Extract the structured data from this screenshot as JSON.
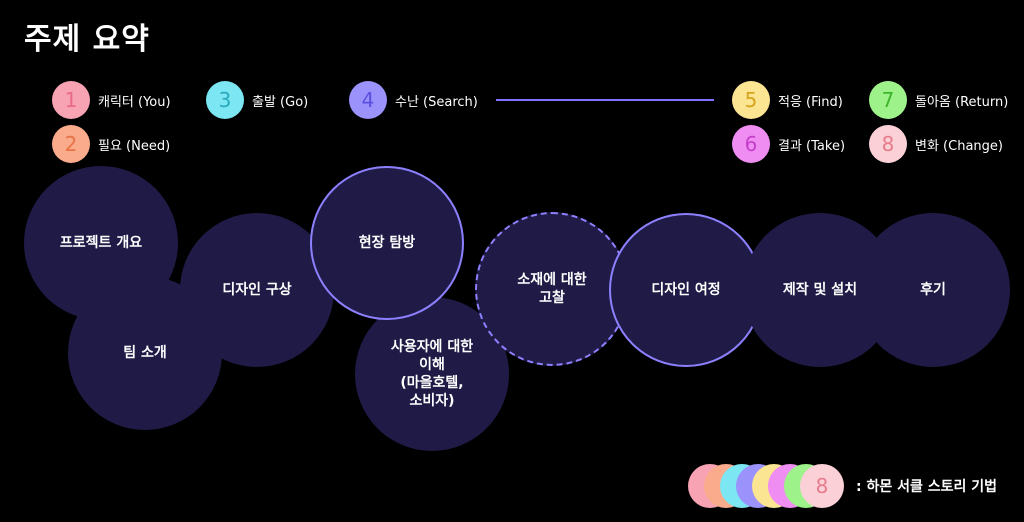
{
  "title": "주제 요약",
  "legend": [
    {
      "num": "1",
      "label": "캐릭터 (You)",
      "color": "#f8a3b4",
      "numColor": "#e86b85"
    },
    {
      "num": "2",
      "label": "필요 (Need)",
      "color": "#f9ab8c",
      "numColor": "#e87345"
    },
    {
      "num": "3",
      "label": "출발 (Go)",
      "color": "#7ce6f3",
      "numColor": "#2aa9bc"
    },
    {
      "num": "4",
      "label": "수난 (Search)",
      "color": "#9b92fb",
      "numColor": "#5b4fe0"
    },
    {
      "num": "5",
      "label": "적응 (Find)",
      "color": "#fbe492",
      "numColor": "#d6a51d"
    },
    {
      "num": "6",
      "label": "결과 (Take)",
      "color": "#ef8df2",
      "numColor": "#c43fc9"
    },
    {
      "num": "7",
      "label": "돌아옴 (Return)",
      "color": "#9ef28a",
      "numColor": "#3fb52b"
    },
    {
      "num": "8",
      "label": "변화 (Change)",
      "color": "#fbd1d7",
      "numColor": "#e77c8d"
    }
  ],
  "nodes": {
    "overview": "프로젝트 개요",
    "team": "팀 소개",
    "concept": "디자인 구상",
    "site_visit": "현장 탐방",
    "user_understanding": "사용자에 대한\n이해\n(마을호텔,\n소비자)",
    "material_study": "소재에 대한\n고찰",
    "design_journey": "디자인 여정",
    "production": "제작 및 설치",
    "retrospective": "후기"
  },
  "stack_last_num": "8",
  "stack_caption": ": 하몬 서클 스토리 기법",
  "colors": {
    "circle_fill": "#1f1b46",
    "circle_border": "#8d80ff",
    "line": "#7f72ff"
  }
}
